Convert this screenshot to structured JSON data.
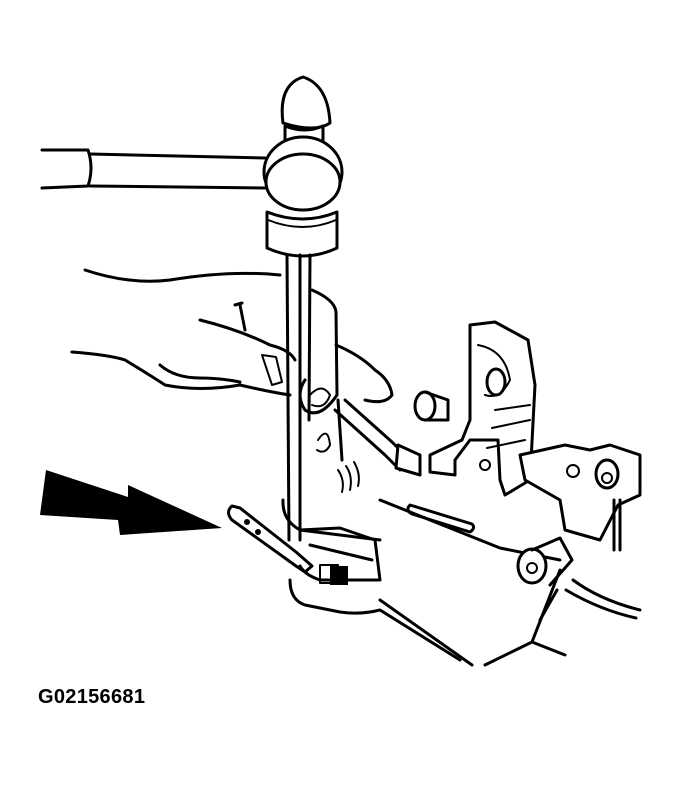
{
  "figure": {
    "caption": "G02156681",
    "elements": {
      "hammer": "ball-peen hammer striking punch",
      "hands": "hand holding punch",
      "punch": "pin punch",
      "arrow": "solid black pointer arrow",
      "assembly": "shift/linkage assembly with clip"
    },
    "colors": {
      "ink": "#000000",
      "paper": "#ffffff"
    }
  }
}
